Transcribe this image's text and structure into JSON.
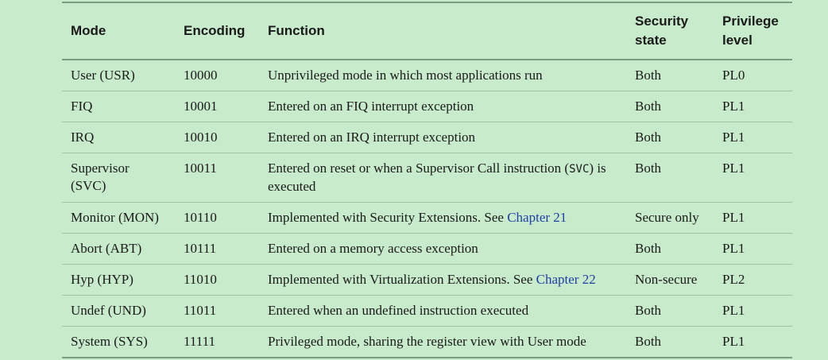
{
  "headers": {
    "mode": "Mode",
    "encoding": "Encoding",
    "function": "Function",
    "security_state": "Security state",
    "privilege_level": "Privilege level"
  },
  "rows": [
    {
      "mode": "User (USR)",
      "encoding": "10000",
      "function": "Unprivileged mode in which most applications run",
      "security": "Both",
      "privilege": "PL0"
    },
    {
      "mode": "FIQ",
      "encoding": "10001",
      "function": "Entered on an FIQ interrupt exception",
      "security": "Both",
      "privilege": "PL1"
    },
    {
      "mode": "IRQ",
      "encoding": "10010",
      "function": "Entered on an IRQ interrupt exception",
      "security": "Both",
      "privilege": "PL1"
    },
    {
      "mode": "Supervisor (SVC)",
      "encoding": "10011",
      "function_pre": "Entered on reset or when a Supervisor Call instruction (",
      "function_code": "SVC",
      "function_post": ") is executed",
      "security": "Both",
      "privilege": "PL1"
    },
    {
      "mode": "Monitor (MON)",
      "encoding": "10110",
      "function": "Implemented with Security Extensions. See ",
      "link": "Chapter 21",
      "security": "Secure only",
      "privilege": "PL1"
    },
    {
      "mode": "Abort (ABT)",
      "encoding": "10111",
      "function": "Entered on a memory access exception",
      "security": "Both",
      "privilege": "PL1"
    },
    {
      "mode": "Hyp (HYP)",
      "encoding": "11010",
      "function": "Implemented with Virtualization Extensions. See ",
      "link": "Chapter 22",
      "security": "Non-secure",
      "privilege": "PL2"
    },
    {
      "mode": "Undef (UND)",
      "encoding": "11011",
      "function": "Entered when an undefined instruction executed",
      "security": "Both",
      "privilege": "PL1"
    },
    {
      "mode": "System (SYS)",
      "encoding": "11111",
      "function": "Privileged mode, sharing the register view with User mode",
      "security": "Both",
      "privilege": "PL1"
    }
  ]
}
